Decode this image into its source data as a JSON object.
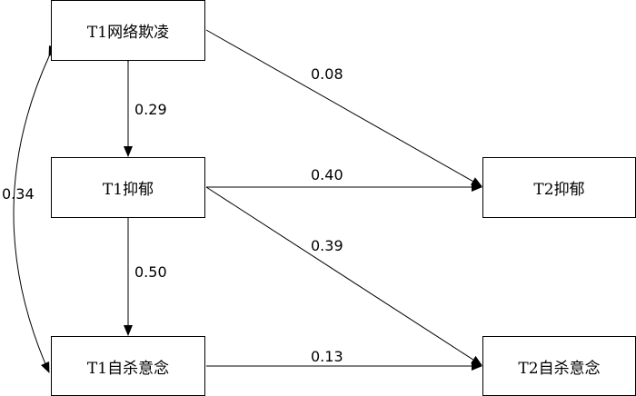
{
  "nodes": {
    "t1_cyberbullying": "T1网络欺凌",
    "t1_depression": "T1抑郁",
    "t1_suicidal_ideation": "T1自杀意念",
    "t2_depression": "T2抑郁",
    "t2_suicidal_ideation": "T2自杀意念"
  },
  "paths": {
    "bullying_to_t2_depression": "0.08",
    "t1_depression_to_t2_depression": "0.40",
    "t1_depression_to_t2_suicidal": "0.39",
    "t1_suicidal_to_t2_suicidal": "0.13"
  },
  "correlations": {
    "bullying_depression": "0.29",
    "depression_suicidal": "0.50",
    "bullying_suicidal": "0.34"
  }
}
